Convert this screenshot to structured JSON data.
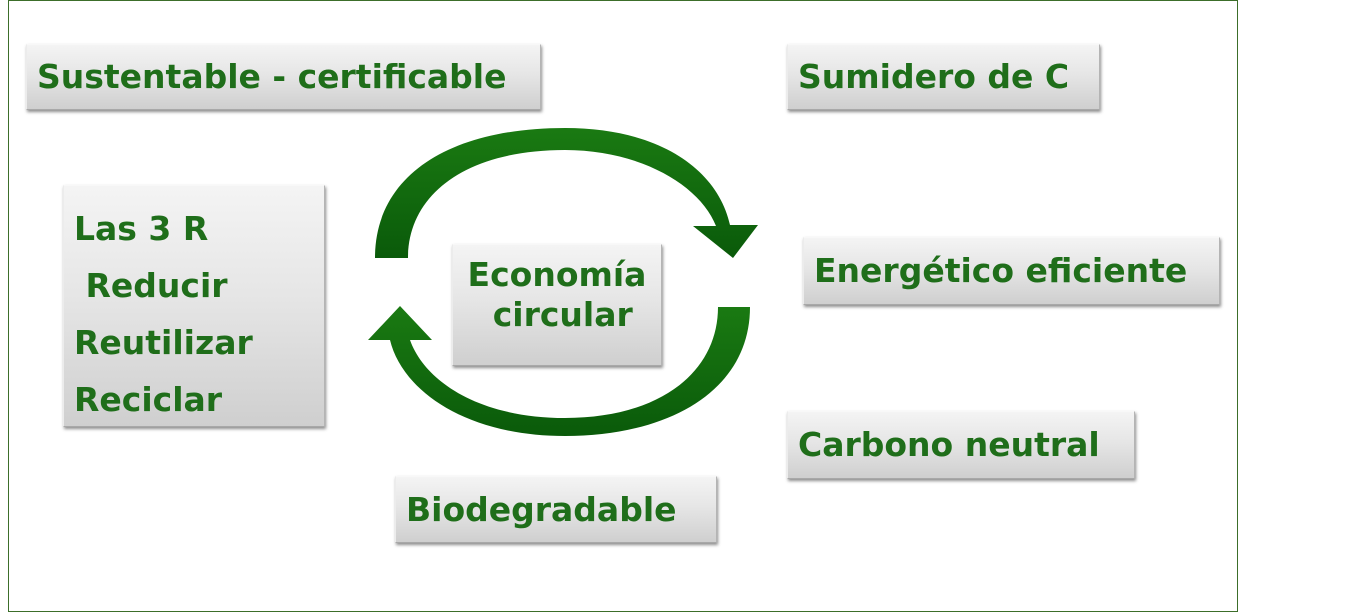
{
  "labels": {
    "sustentable": "Sustentable - certificable",
    "sumidero": "Sumidero de C",
    "energetico": "Energético eficiente",
    "carbono": "Carbono neutral",
    "biodegradable": "Biodegradable"
  },
  "tres_r": {
    "title": "Las 3 R",
    "items": [
      " Reducir",
      "Reutilizar",
      "Reciclar"
    ]
  },
  "center": {
    "line1": "Economía",
    "line2": " circular"
  },
  "colors": {
    "text": "#1f6e1a",
    "arrow": "#0d6b0d",
    "frame": "#3c6e2a"
  }
}
